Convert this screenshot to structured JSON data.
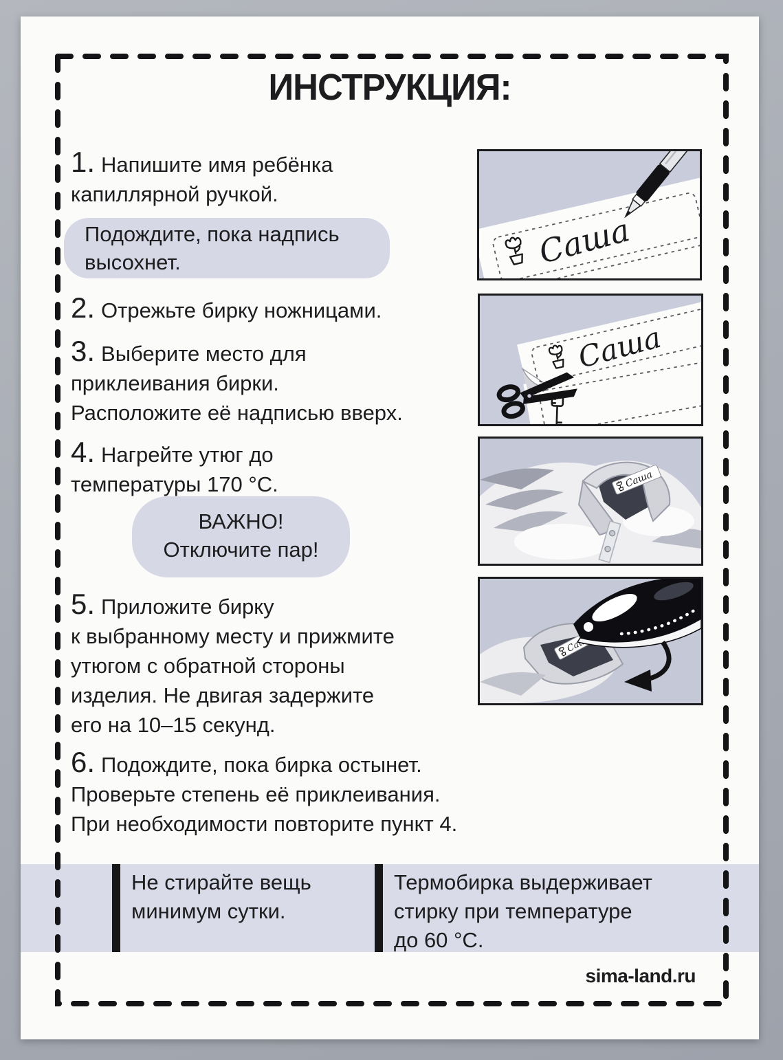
{
  "title": "ИНСТРУКЦИЯ:",
  "steps": [
    {
      "num": "1.",
      "text": "Напишите имя ребёнка\nкапиллярной ручкой."
    },
    {
      "num": "2.",
      "text": "Отрежьте бирку ножницами."
    },
    {
      "num": "3.",
      "text": "Выберите место для\nприклеивания бирки.\nРасположите её надписью вверх."
    },
    {
      "num": "4.",
      "text": "Нагрейте утюг до\nтемпературы 170 °С."
    },
    {
      "num": "5.",
      "text": "Приложите бирку\nк выбранному месту и прижмите\nутюгом с обратной стороны\nизделия. Не двигая задержите\nего на 10–15 секунд."
    },
    {
      "num": "6.",
      "text": "Подождите, пока бирка остынет.\nПроверьте степень её приклеивания.\nПри необходимости повторите пункт 4."
    }
  ],
  "callouts": {
    "dry_note": "Подождите, пока надпись\nвысохнет.",
    "important": "ВАЖНО!\nОтключите пар!"
  },
  "footer_notes": {
    "left": "Не стирайте вещь\nминимум сутки.",
    "right": "Термобирка выдерживает\nстирку при температуре\nдо 60 °С."
  },
  "brand": "sima-land.ru",
  "labels": {
    "name": "Саша"
  },
  "colors": {
    "page_background": "#a9adb5",
    "card": "#fbfbfa",
    "ink": "#1d1d1f",
    "callout_background": "#d6d8e5",
    "footer_strip_background": "#d9dbe8",
    "illustration_background": "#c9ccdb"
  }
}
